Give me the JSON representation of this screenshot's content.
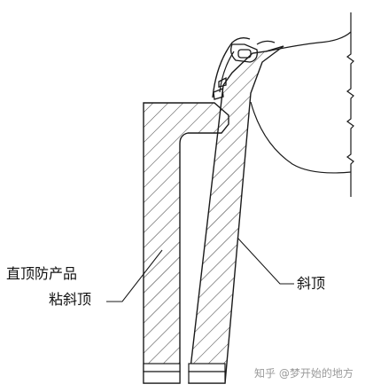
{
  "labels": {
    "straight_lifter_line1": "直顶防产品",
    "straight_lifter_line2": "粘斜顶",
    "angled_lifter": "斜顶"
  },
  "watermark": "知乎 @梦开始的地方",
  "colors": {
    "stroke": "#1a1a1a",
    "hatch": "#333333",
    "background": "#ffffff",
    "watermark": "#9a9a9a"
  }
}
